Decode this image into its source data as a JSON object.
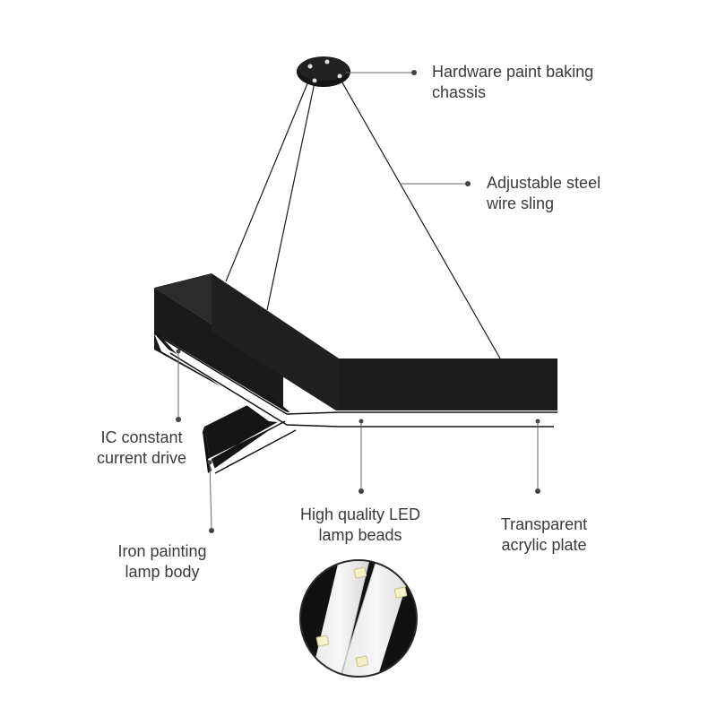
{
  "callouts": {
    "chassis": {
      "line1": "Hardware paint baking",
      "line2": "chassis"
    },
    "sling": {
      "line1": "Adjustable steel",
      "line2": "wire sling"
    },
    "ic_drive": {
      "line1": "IC constant",
      "line2": "current drive"
    },
    "led": {
      "line1": "High quality LED",
      "line2": "lamp beads"
    },
    "acrylic": {
      "line1": "Transparent",
      "line2": "acrylic plate"
    },
    "iron": {
      "line1": "Iron painting",
      "line2": "lamp body"
    }
  },
  "colors": {
    "body": "#1c1c1c",
    "body_top": "#2a2a2a",
    "diffuser": "#ffffff",
    "leader": "#555555",
    "text": "#3a3a3a"
  }
}
